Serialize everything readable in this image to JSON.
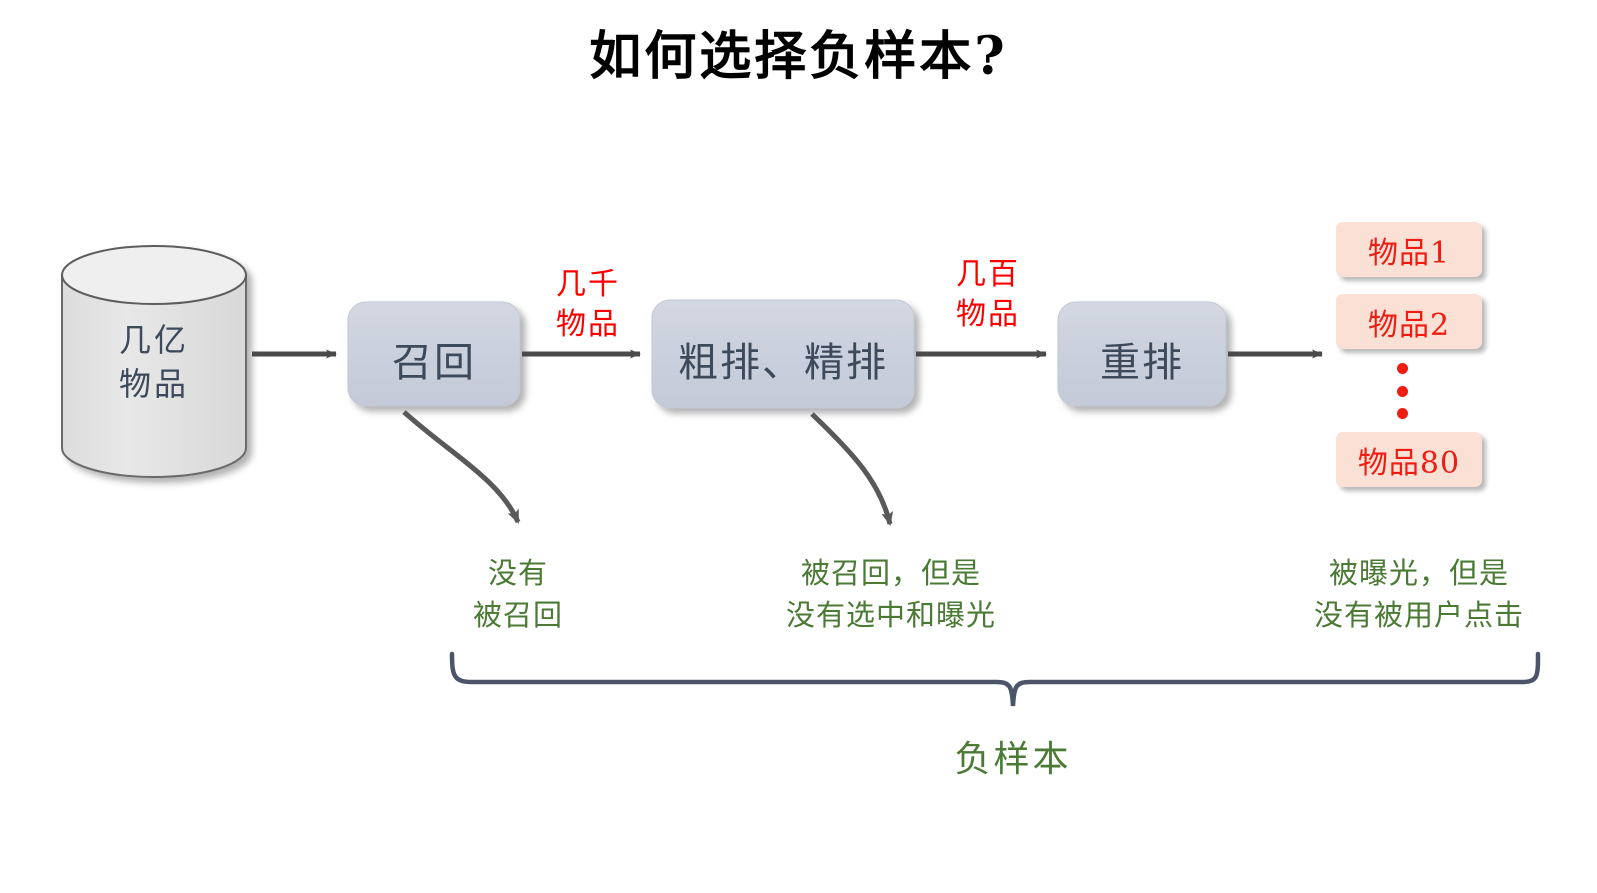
{
  "title": "如何选择负样本?",
  "colors": {
    "stage_fill": "#c9cfdb",
    "stage_text": "#3d4a5c",
    "cylinder_fill": "#e3e3e3",
    "cylinder_top": "#efefef",
    "cylinder_stroke": "#666666",
    "item_fill": "#fbe0d5",
    "item_text": "#ee1c11",
    "count_text": "#ff0000",
    "note_text": "#4a7a34",
    "arrow": "#4a4a4a",
    "brace": "#4b5468",
    "background": "#ffffff"
  },
  "source": {
    "shape": "cylinder",
    "line1": "几亿",
    "line2": "物品"
  },
  "stages": [
    {
      "id": "recall",
      "label": "召回"
    },
    {
      "id": "ranking",
      "label": "粗排、精排"
    },
    {
      "id": "rerank",
      "label": "重排"
    }
  ],
  "flow_counts": [
    {
      "id": "after-recall",
      "line1": "几千",
      "line2": "物品"
    },
    {
      "id": "after-ranking",
      "line1": "几百",
      "line2": "物品"
    }
  ],
  "results": {
    "items": [
      {
        "label": "物品1"
      },
      {
        "label": "物品2"
      },
      {
        "label": "物品80"
      }
    ],
    "ellipsis_icon": "vertical-dots-icon"
  },
  "notes": [
    {
      "id": "not-recalled",
      "line1": "没有",
      "line2": "被召回"
    },
    {
      "id": "recalled-not-shown",
      "line1": "被召回，但是",
      "line2": "没有选中和曝光"
    },
    {
      "id": "shown-not-clicked",
      "line1": "被曝光，但是",
      "line2": "没有被用户点击"
    }
  ],
  "brace": {
    "label": "负样本"
  },
  "chart_data": {
    "type": "diagram",
    "title": "如何选择负样本?",
    "pipeline": [
      "几亿物品",
      "召回",
      "粗排、精排",
      "重排",
      "物品1…物品80"
    ],
    "edge_labels": [
      "几千物品",
      "几百物品"
    ],
    "negative_sample_sources": [
      "没有被召回",
      "被召回，但是没有选中和曝光",
      "被曝光，但是没有被用户点击"
    ],
    "grouping_label": "负样本"
  }
}
